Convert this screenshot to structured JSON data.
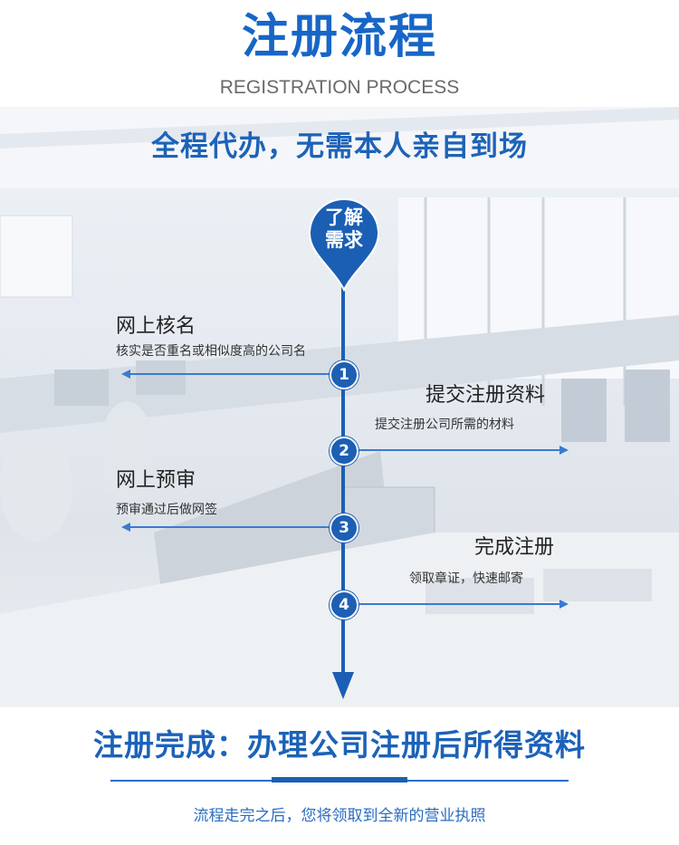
{
  "header": {
    "title": "注册流程",
    "subtitle": "REGISTRATION PROCESS"
  },
  "slogan": "全程代办，无需本人亲自到场",
  "start_pin": {
    "line1": "了解",
    "line2": "需求"
  },
  "steps": [
    {
      "number": "1",
      "title": "网上核名",
      "desc": "核实是否重名或相似度高的公司名"
    },
    {
      "number": "2",
      "title": "提交注册资料",
      "desc": "提交注册公司所需的材料"
    },
    {
      "number": "3",
      "title": "网上预审",
      "desc": "预审通过后做网签"
    },
    {
      "number": "4",
      "title": "完成注册",
      "desc": "领取章证，快速邮寄"
    }
  ],
  "footer": {
    "title": "注册完成：办理公司注册后所得资料",
    "note": "流程走完之后，您将领取到全新的营业执照"
  },
  "colors": {
    "brand_blue": "#1766c7",
    "line_blue": "#1a5fb4"
  }
}
